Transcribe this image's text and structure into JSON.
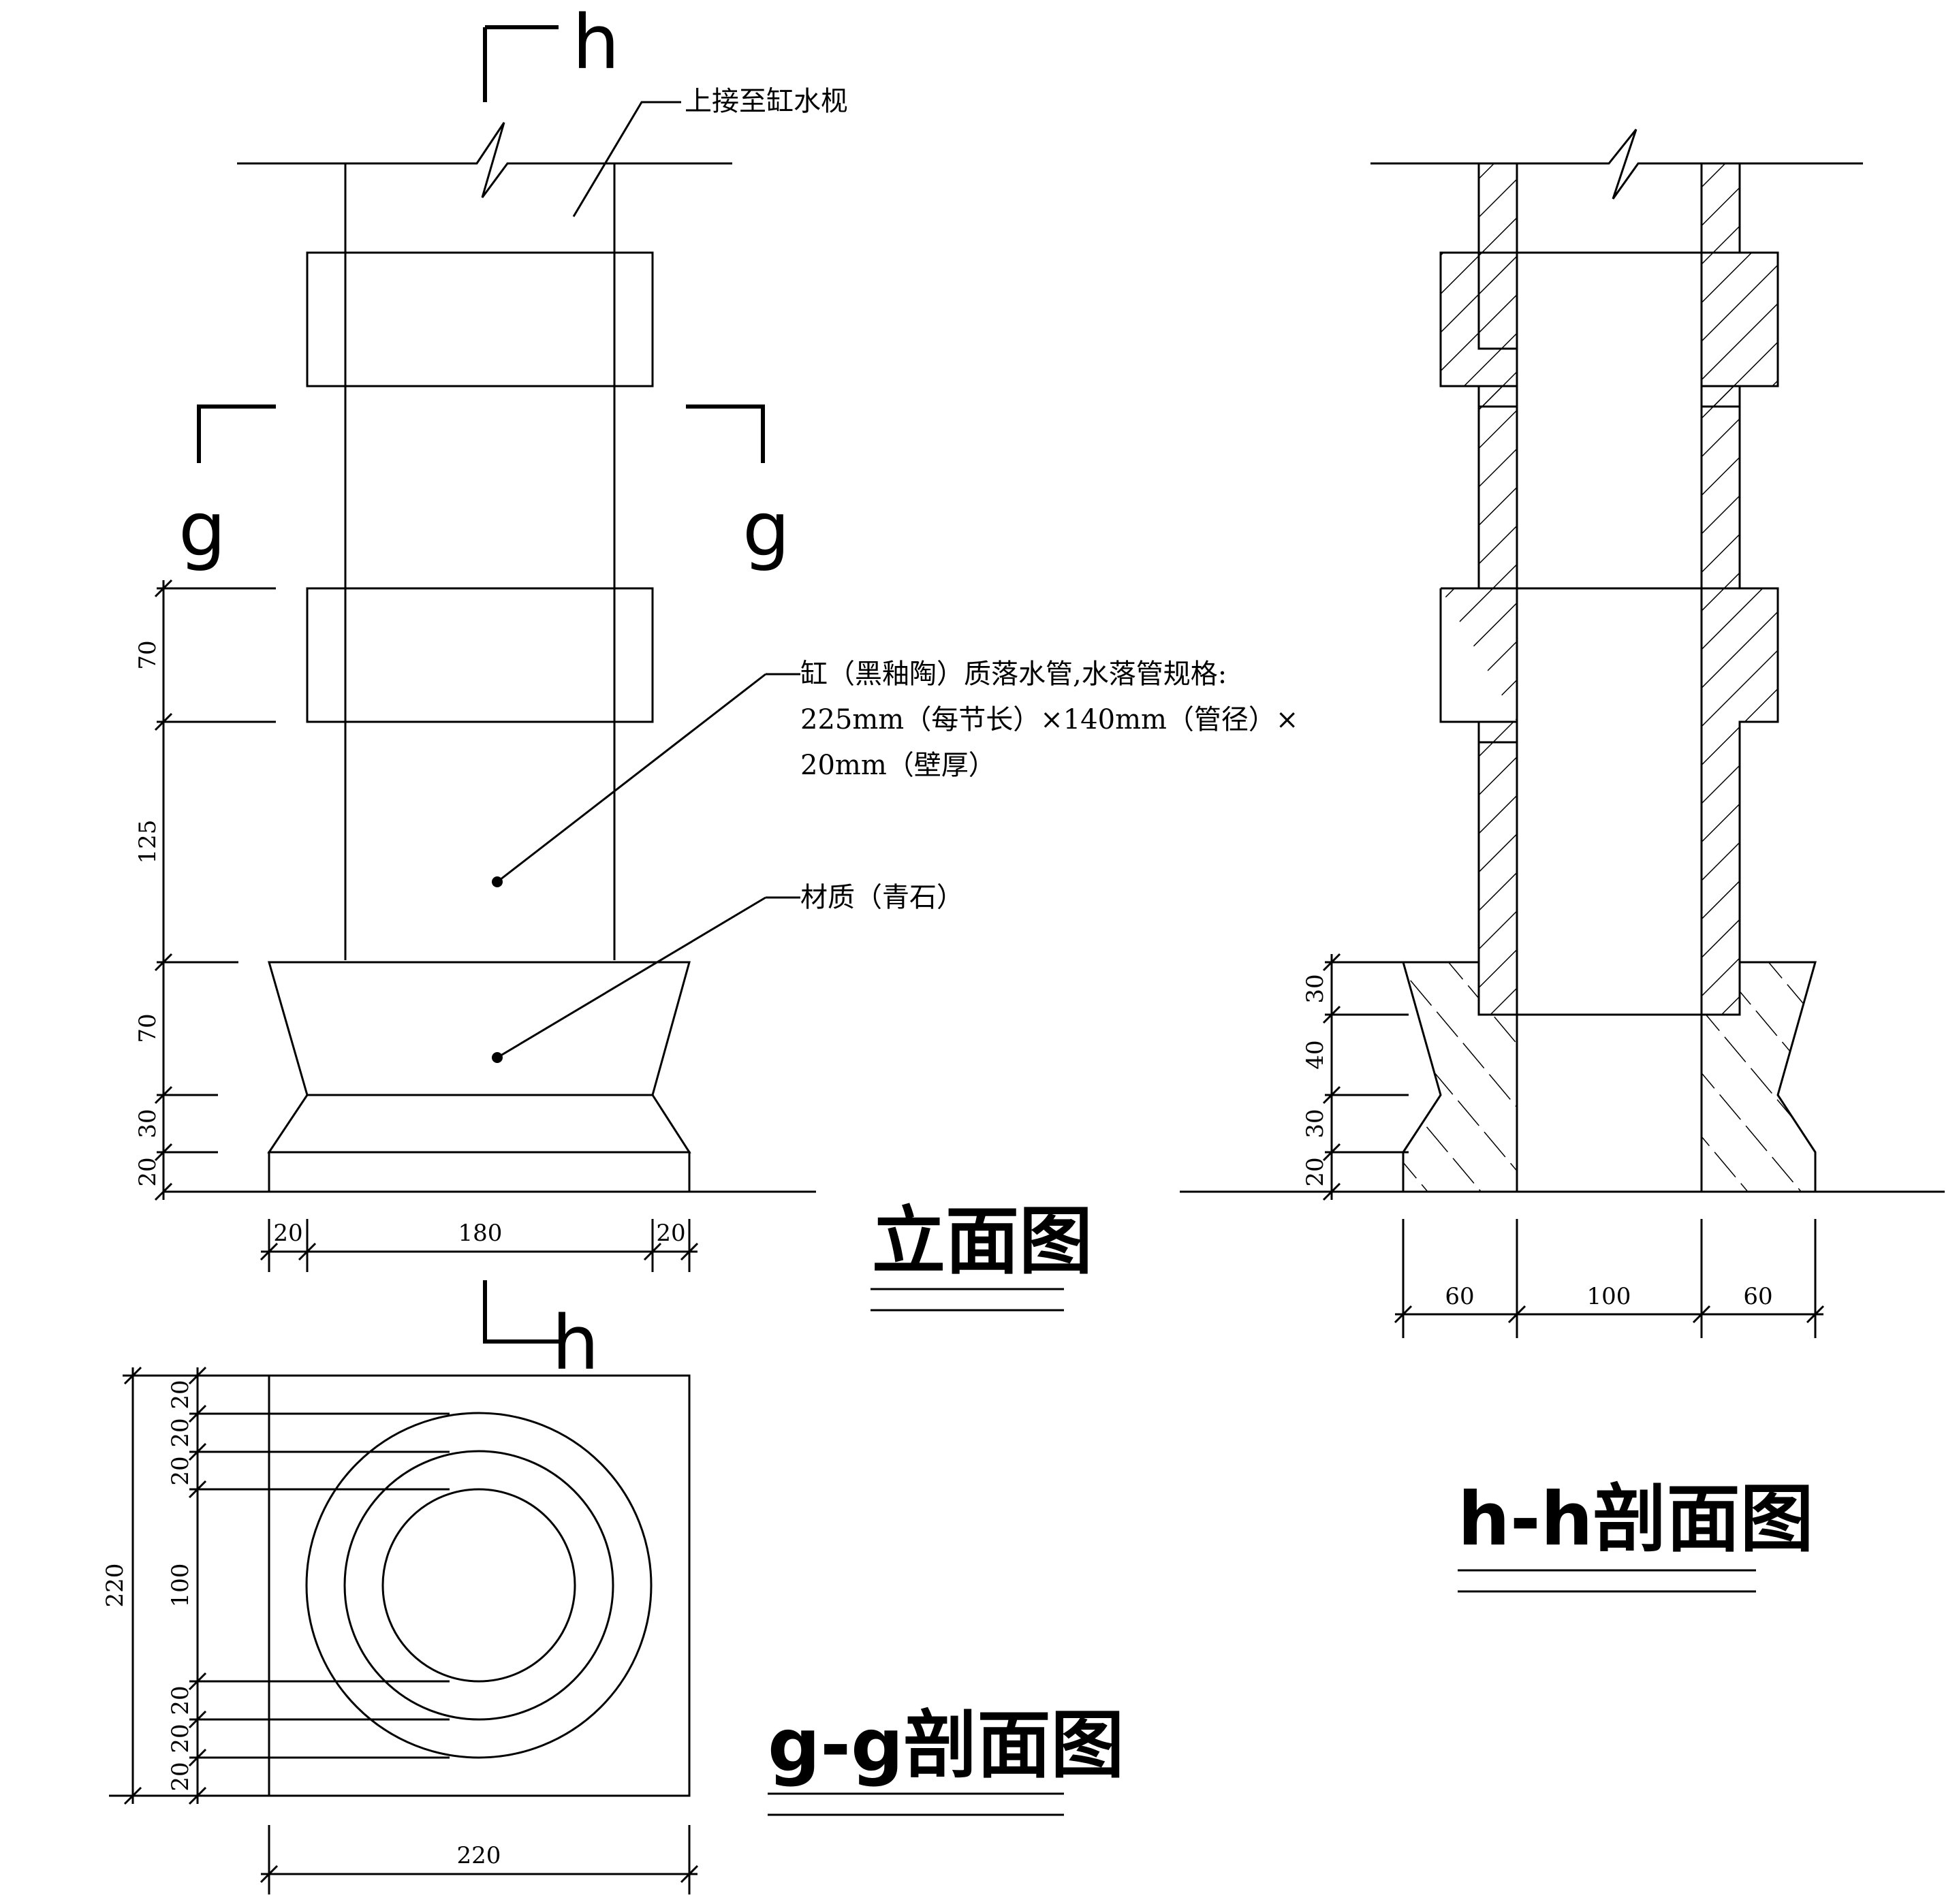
{
  "titles": {
    "elevation": "立面图",
    "section_hh": "h-h剖面图",
    "section_gg": "g-g剖面图"
  },
  "cut_labels": {
    "h": "h",
    "g": "g"
  },
  "notes": {
    "top": "上接至缸水枧",
    "pipe_line1": "缸（黑釉陶）质落水管,水落管规格:",
    "pipe_line2": "225mm（每节长）×140mm（管径）×",
    "pipe_line3": "20mm（壁厚）",
    "material": "材质（青石）"
  },
  "dims": {
    "elev_v": [
      "70",
      "125",
      "70",
      "30",
      "20"
    ],
    "elev_h": [
      "20",
      "180",
      "20"
    ],
    "hh_v": [
      "30",
      "40",
      "30",
      "20"
    ],
    "hh_h": [
      "60",
      "100",
      "60"
    ],
    "gg_left": "220",
    "gg_v": [
      "20",
      "20",
      "20",
      "100",
      "20",
      "20",
      "20"
    ],
    "gg_bottom": "220"
  }
}
